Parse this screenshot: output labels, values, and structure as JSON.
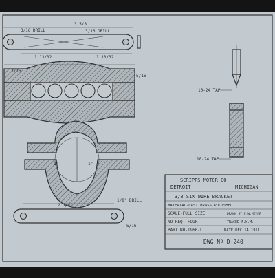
{
  "drawing": {
    "drill_a": "3/16 DRILL",
    "dim_a": "3 5/8",
    "drill_b": "3/16 DRILL",
    "dim_b": "1 13/32",
    "dim_c": "1 13/32",
    "dim_d": "3/16",
    "dim_e": "5/16",
    "tap_top": "10-24 TAP",
    "tap_bottom": "10-24 TAP",
    "dim_f": "1\"",
    "dim_g": "1\"",
    "dim_h": "2 1/4\"",
    "drill_c": "1/8\" DRILL",
    "dim_i": "5/16"
  },
  "title_block": {
    "company": "SCRIPPS MOTOR CO",
    "city": "DETROIT",
    "state": "MICHIGAN",
    "part_name": "3/8 SIX WIRE BRACKET",
    "material": "MATERIAL-CAST BRASS POLISHED",
    "scale": "SCALE-FULL SIZE",
    "drawn_by": "DRAWN BY F.W.MEYER",
    "no_req": "NO REQ- FOUR",
    "traced_by": "TRACED F.W.M.",
    "part_no": "PART NO-1966-L",
    "date": "DATE-DEC 14 1911",
    "dwg_no": "DWG Nº D-240"
  },
  "colors": {
    "paper": "#c3cacf",
    "ink": "#333333",
    "background": "#141414"
  }
}
